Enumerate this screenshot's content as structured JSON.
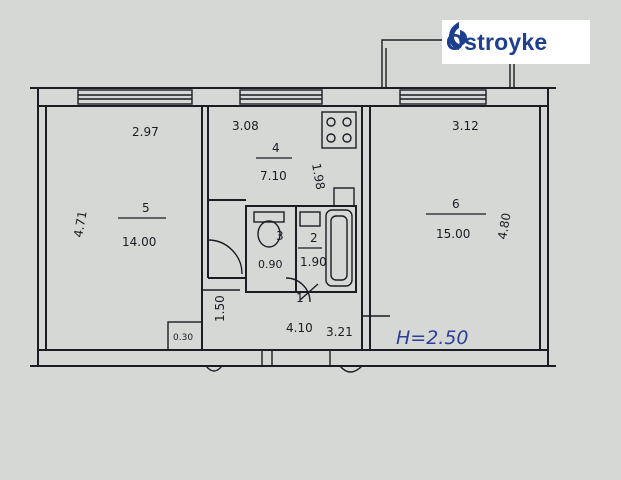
{
  "brand": {
    "name": "Ostroyke",
    "color": "#1d3f8f"
  },
  "plan": {
    "ceiling_height": "H=2.50",
    "rooms": [
      {
        "id": "room-5",
        "number": "5",
        "area": "14.00",
        "width": "2.97",
        "depth": "4.71"
      },
      {
        "id": "kitchen-4",
        "number": "4",
        "area": "7.10",
        "width": "3.08",
        "depth": "1.98"
      },
      {
        "id": "wc-3",
        "number": "3",
        "area": "0.90"
      },
      {
        "id": "bath-2",
        "number": "2",
        "area": "1.90"
      },
      {
        "id": "hall-1",
        "number": "1",
        "area": "4.10",
        "width": "3.21",
        "depth": "1.50"
      },
      {
        "id": "room-6",
        "number": "6",
        "area": "15.00",
        "width": "3.12",
        "depth": "4.80"
      },
      {
        "id": "closet",
        "area": "0.30"
      }
    ]
  },
  "colors": {
    "paper": "#d6d8d5",
    "ink": "#1c1c24",
    "annotation": "#2f3e98"
  }
}
